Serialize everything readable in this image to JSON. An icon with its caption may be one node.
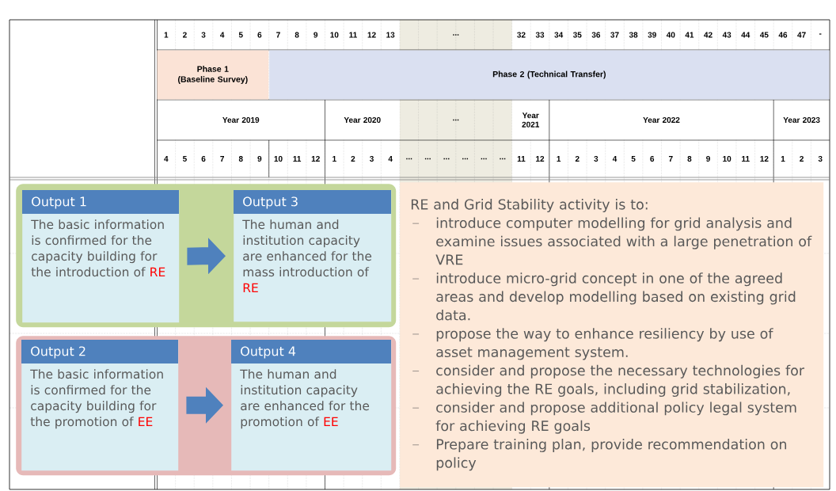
{
  "diagram": {
    "nodes": [
      {
        "text": [
          "Phase 1 (Baseline Survey)"
        ]
      },
      {
        "text": [
          "Phase 2 (Technical Transfer)"
        ]
      },
      {
        "text": [],
        "shape": "box"
      },
      {
        "text": [
          "Output 1",
          "The basic information is confirmed for the capacity building for the introduction of",
          "RE"
        ],
        "in": 2
      },
      {
        "text": [
          "Output 3",
          "The human and institution capacity are enhanced for the mass introduction of",
          "RE"
        ],
        "in": 2
      },
      {
        "text": [],
        "shape": "box"
      },
      {
        "text": [
          "Output 2",
          "The basic information is confirmed for the capacity building for the promotion of",
          "EE"
        ],
        "in": 5
      },
      {
        "text": [
          "Output 4",
          "The human and institution capacity are enhanced for the promotion of",
          "EE"
        ],
        "in": 5
      },
      {
        "text": [
          "RE and Grid Stability activity is to:",
          "introduce computer modelling for grid analysis and examine issues associated with a large penetration of VRE",
          "introduce micro-grid concept in one of the agreed areas and develop modelling based on existing grid data.",
          "propose the way to enhance resiliency by use of asset management system.",
          "consider and propose the necessary technologies for achieving the RE goals, including  grid stabilization,",
          "consider and propose additional policy legal system for achieving RE goals",
          "Prepare training plan, provide recommendation on policy"
        ]
      }
    ],
    "edges": [
      {
        "from": 3,
        "to": 4,
        "arrow": "to",
        "style": "thick"
      },
      {
        "from": 6,
        "to": 7,
        "arrow": "to",
        "style": "thick"
      }
    ],
    "labels": [
      "1",
      "2",
      "3",
      "4",
      "5",
      "6",
      "7",
      "8",
      "9",
      "10",
      "11",
      "12",
      "13",
      "...",
      "32",
      "33",
      "34",
      "35",
      "36",
      "37",
      "38",
      "39",
      "40",
      "41",
      "42",
      "43",
      "44",
      "45",
      "46",
      "47",
      "-",
      "Year 2019",
      "Year 2020",
      "...",
      "Year 2021",
      "Year 2022",
      "Year 2023",
      "4",
      "5",
      "6",
      "7",
      "8",
      "9",
      "10",
      "11",
      "12",
      "1",
      "2",
      "3",
      "4",
      "...",
      "...",
      "...",
      "...",
      "...",
      "...",
      "11",
      "12",
      "1",
      "2",
      "3",
      "4",
      "5",
      "6",
      "7",
      "8",
      "9",
      "10",
      "11",
      "12",
      "1",
      "2",
      "3"
    ]
  }
}
